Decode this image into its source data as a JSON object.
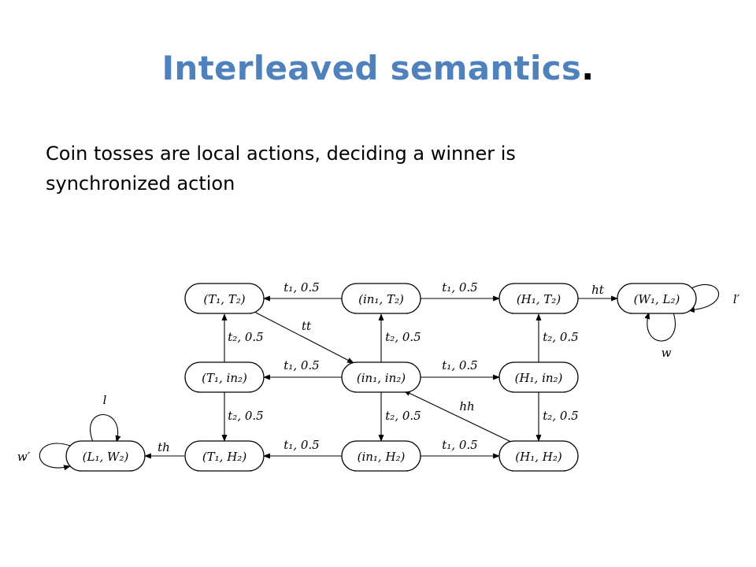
{
  "slide": {
    "title": "Interleaved semantics",
    "title_dot": ".",
    "body": "Coin tosses are local actions, deciding a winner is synchronized action"
  },
  "colors": {
    "title": "#4f81bd",
    "text": "#000000",
    "background": "#ffffff"
  },
  "diagram": {
    "nodes": [
      {
        "id": "T1T2",
        "label": "(T₁, T₂)"
      },
      {
        "id": "in1T2",
        "label": "(in₁, T₂)"
      },
      {
        "id": "H1T2",
        "label": "(H₁, T₂)"
      },
      {
        "id": "W1L2",
        "label": "(W₁, L₂)"
      },
      {
        "id": "T1in2",
        "label": "(T₁, in₂)"
      },
      {
        "id": "in1in2",
        "label": "(in₁, in₂)"
      },
      {
        "id": "H1in2",
        "label": "(H₁, in₂)"
      },
      {
        "id": "L1W2",
        "label": "(L₁, W₂)"
      },
      {
        "id": "T1H2",
        "label": "(T₁, H₂)"
      },
      {
        "id": "in1H2",
        "label": "(in₁, H₂)"
      },
      {
        "id": "H1H2",
        "label": "(H₁, H₂)"
      }
    ],
    "edge_labels": {
      "in1T2_T1T2": "t₁, 0.5",
      "in1T2_H1T2": "t₁, 0.5",
      "H1T2_W1L2": "ht",
      "W1L2_self_right": "l′",
      "W1L2_self_bottom": "w",
      "T1in2_T1T2": "t₂, 0.5",
      "in1in2_in1T2": "t₂, 0.5",
      "H1in2_H1T2": "t₂, 0.5",
      "T1T2_in1in2": "tt",
      "in1in2_T1in2": "t₁, 0.5",
      "in1in2_H1in2": "t₁, 0.5",
      "T1in2_T1H2": "t₂, 0.5",
      "in1in2_in1H2": "t₂, 0.5",
      "H1in2_H1H2": "t₂, 0.5",
      "H1H2_in1in2": "hh",
      "L1W2_self_top": "l",
      "L1W2_self_left": "w′",
      "T1H2_L1W2": "th",
      "in1H2_T1H2": "t₁, 0.5",
      "in1H2_H1H2": "t₁, 0.5"
    }
  }
}
